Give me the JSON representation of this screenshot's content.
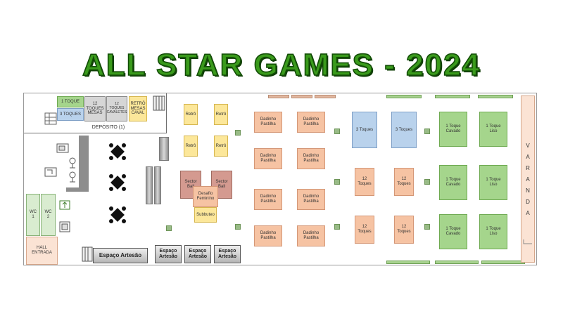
{
  "title": "ALL STAR GAMES - 2024",
  "colors": {
    "title_fill": "#3a9a1c",
    "green": "#a5d58c",
    "blue": "#b9d2ec",
    "orange": "#f6c3a3",
    "yellow": "#fce79a",
    "rose": "#d49a90"
  },
  "deposito": {
    "label": "DEPÓSITO   (1)",
    "items": [
      "1 TOQUE",
      "3 TOQUES",
      "12\nTOQUES\nMESAS",
      "12\nTOQUES\nCAVALETES",
      "RETRÔ\nMESAS\nCAVAL"
    ]
  },
  "retro": [
    "Retrô",
    "Retrô",
    "Retrô",
    "Retrô"
  ],
  "sector_ball": [
    "Sector\nBall",
    "Sector\nBall"
  ],
  "desafio": "Desafio\nFeminino",
  "subbuteo": "Subbuteo",
  "dadinho": [
    "Dadinho\nPastilha",
    "Dadinho\nPastilha",
    "Dadinho\nPastilha",
    "Dadinho\nPastilha",
    "Dadinho\nPastilha",
    "Dadinho\nPastilha",
    "Dadinho\nPastilha",
    "Dadinho\nPastilha"
  ],
  "tres_toques": [
    "3 Toques",
    "3 Toques"
  ],
  "doze_toques": [
    "12\nToques",
    "12\nToques",
    "12\nToques",
    "12\nToques"
  ],
  "um_toque": [
    "1 Toque\nCavado",
    "1 Toque\nLiso",
    "1 Toque\nCavado",
    "1 Toque\nLiso",
    "1 Toque\nCavado",
    "1 Toque\nLiso"
  ],
  "wc": [
    "WC\n1",
    "WC\n2"
  ],
  "hall": "HALL\nENTRADA",
  "espaco_artesao_main": "Espaço Artesão",
  "espaco_artesao": [
    "Espaço\nArtesão",
    "Espaço\nArtesão",
    "Espaço\nArtesão"
  ],
  "varanda": [
    "V",
    "A",
    "R",
    "A",
    "N",
    "D",
    "A"
  ]
}
